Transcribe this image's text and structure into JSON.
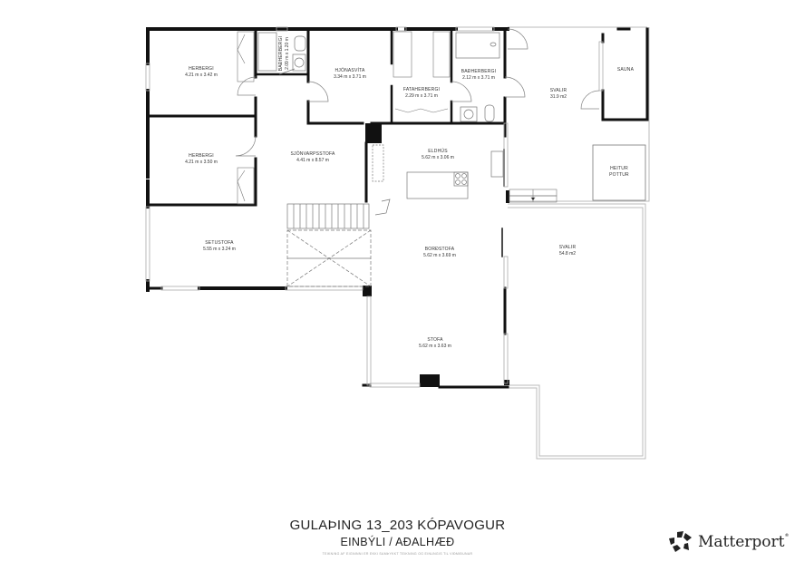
{
  "header": {
    "address": "GULAÞING 13_203 KÓPAVOGUR",
    "subtitle": "EINBÝLI / AÐALHÆÐ",
    "disclaimer": "TEIKNING AF EIGNINNI ER EKKI SAMÞYKKT TEIKNING OG EINUNGIS TIL VIÐMIÐUNAR"
  },
  "brand": {
    "name": "Matterport",
    "registered": "®",
    "icon": "matterport-logo-icon"
  },
  "rooms": {
    "herbergi1": {
      "name": "HERBERGI",
      "dims": "4.21 m x 3.42 m"
    },
    "badherbergi_small": {
      "name": "BAÐHERBERGI",
      "dims": "2.09 m x 1.20 m"
    },
    "hjonasvita": {
      "name": "HJÓNASVÍTA",
      "dims": "3.34 m x 3.71 m"
    },
    "fataherbergi": {
      "name": "FATAHERBERGI",
      "dims": "2.29 m x 3.71 m"
    },
    "badherbergi": {
      "name": "BAÐHERBERGI",
      "dims": "2.12 m x 3.71 m"
    },
    "svalir1": {
      "name": "SVALIR",
      "dims": "31.9 m2"
    },
    "sauna": {
      "name": "SAUNA",
      "dims": ""
    },
    "herbergi2": {
      "name": "HERBERGI",
      "dims": "4.21 m x 3.50 m"
    },
    "sjonvarpsstofa": {
      "name": "SJÓNVARPSSTOFA",
      "dims": "4.41 m x 8.57 m"
    },
    "eldhus": {
      "name": "ELDHÚS",
      "dims": "5.62 m x 3.06 m"
    },
    "heitur_pottur": {
      "name": "HEITUR",
      "name2": "POTTUR"
    },
    "setustofa": {
      "name": "SETUSTOFA",
      "dims": "5.55 m x 3.24 m"
    },
    "bordstofa": {
      "name": "BORÐSTOFA",
      "dims": "5.62 m x 3.69 m"
    },
    "svalir2": {
      "name": "SVALIR",
      "dims": "54.8 m2"
    },
    "stofa": {
      "name": "STOFA",
      "dims": "5.62 m x 3.63 m"
    }
  },
  "colors": {
    "wall": "#111111",
    "window": "#bbbbbb",
    "fixture": "#777777",
    "background": "#ffffff"
  }
}
